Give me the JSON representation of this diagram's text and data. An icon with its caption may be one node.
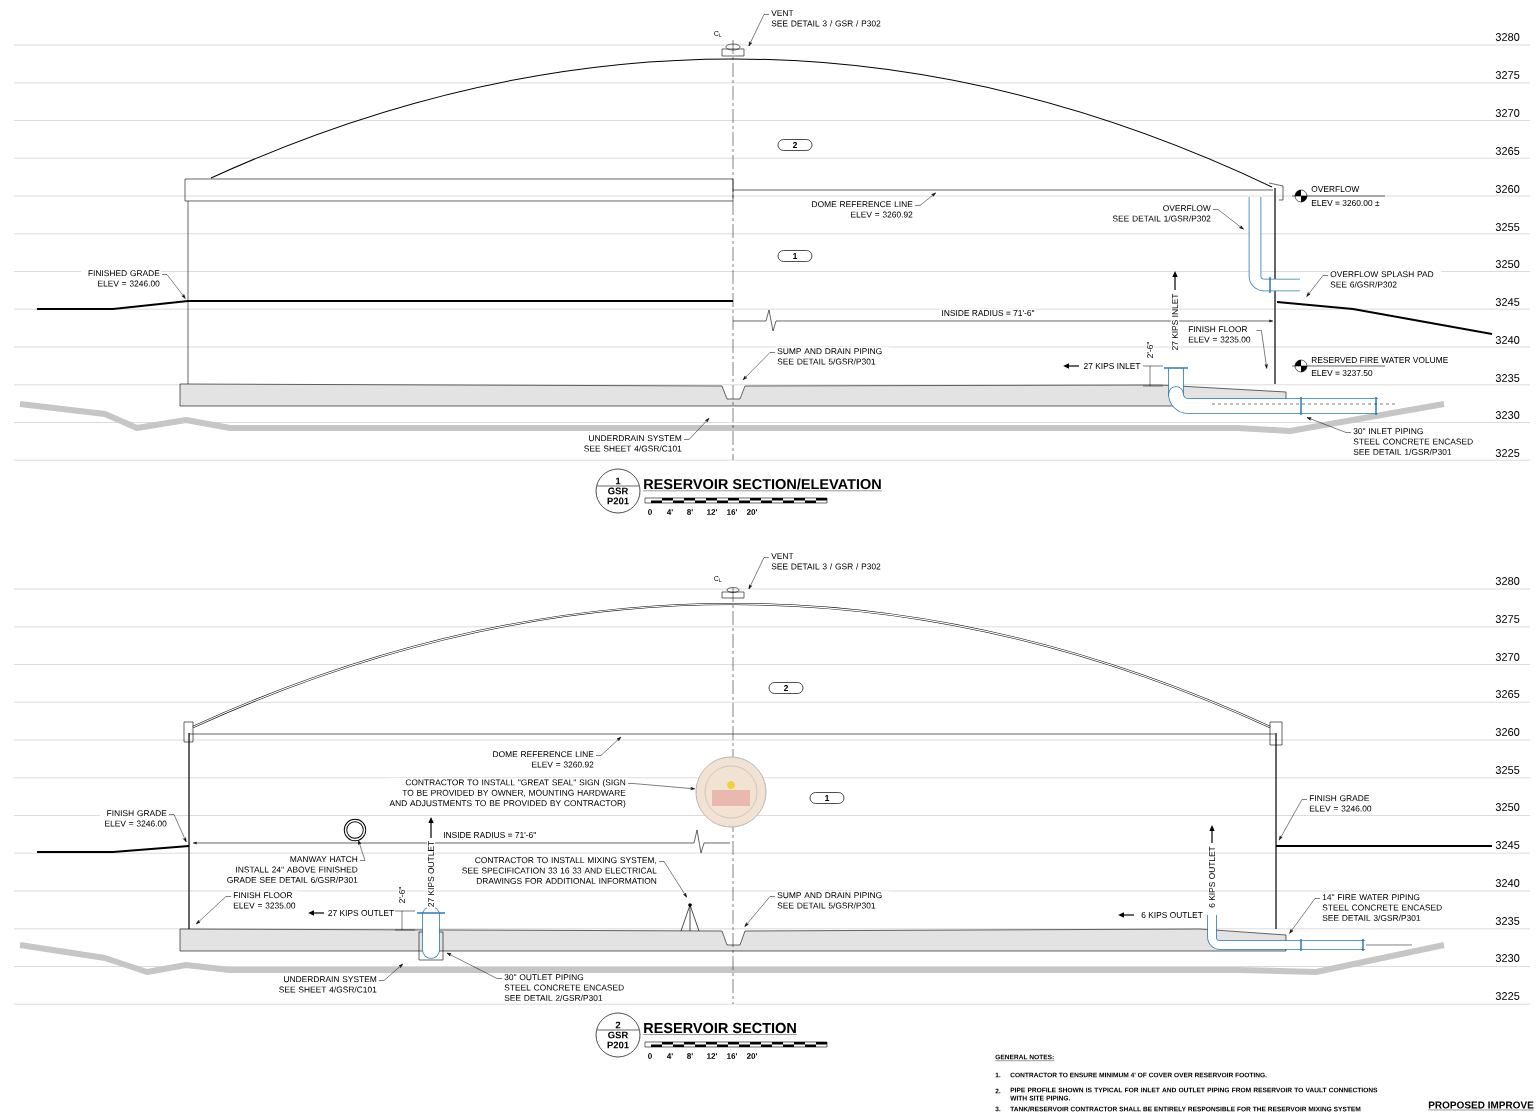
{
  "diagram": {
    "nodes": [
      {
        "text": [
          "VENT",
          "SEE DETAIL 3 / GSR / P302"
        ]
      },
      {
        "text": [
          "2"
        ]
      },
      {
        "text": [
          "DOME REFERENCE LINE",
          "ELEV = 3260.92"
        ]
      },
      {
        "text": [
          "OVERFLOW",
          "SEE DETAIL 1/GSR/P302"
        ]
      },
      {
        "text": [
          "1"
        ]
      },
      {
        "text": [
          "FINISHED GRADE",
          "ELEV = 3246.00"
        ]
      },
      {
        "text": [
          "OVERFLOW SPLASH PAD",
          "SEE 6/GSR/P302"
        ]
      },
      {
        "text": [
          "FINISH FLOOR",
          "ELEV = 3235.00"
        ]
      },
      {
        "text": [
          "SUMP AND DRAIN PIPING",
          "SEE DETAIL 5/GSR/P301"
        ]
      },
      {
        "text": [
          "UNDERDRAIN SYSTEM",
          "SEE SHEET 4/GSR/C101"
        ]
      },
      {
        "text": [
          "30\" INLET PIPING",
          "STEEL CONCRETE ENCASED SEE DETAIL 1/GSR/P301"
        ]
      },
      {
        "text": [
          "1",
          "GSR",
          "P201"
        ],
        "beside": [
          "RESERVOIR SECTION/ELEVATION"
        ]
      },
      {
        "text": [
          "VENT",
          "SEE DETAIL 3 / GSR / P302"
        ]
      },
      {
        "text": [
          "2"
        ]
      },
      {
        "text": [
          "DOME REFERENCE LINE",
          "ELEV = 3260.92"
        ]
      },
      {
        "text": [
          "CONTRACTOR TO INSTALL \"GREAT SEAL\" SIGN (SIGN TO BE PROVIDED BY OWNER, MOUNTING HARDWARE AND ADJUSTMENTS TO BE PROVIDED BY CONTRACTOR)"
        ]
      },
      {
        "text": [],
        "shape": "picture"
      },
      {
        "text": [
          "1"
        ]
      },
      {
        "text": [
          "FINISH GRADE",
          "ELEV = 3246.00"
        ]
      },
      {
        "text": [
          "FINISH GRADE",
          "ELEV = 3246.00"
        ]
      },
      {
        "text": [
          "MANWAY HATCH",
          "INSTALL 24\" ABOVE FINISHED GRADE SEE DETAIL 6/GSR/P301"
        ]
      },
      {
        "text": [],
        "shape": "circle"
      },
      {
        "text": [
          "CONTRACTOR TO INSTALL MIXING SYSTEM, SEE SPECIFICATION 33 16 33 AND ELECTRICAL DRAWINGS FOR ADDITIONAL INFORMATION"
        ]
      },
      {
        "text": [
          "FINISH FLOOR",
          "ELEV = 3235.00"
        ]
      },
      {
        "text": [
          "SUMP AND DRAIN PIPING",
          "SEE DETAIL 5/GSR/P301"
        ]
      },
      {
        "text": [
          "14\" FIRE WATER PIPING",
          "STEEL CONCRETE ENCASED SEE DETAIL 3/GSR/P301"
        ]
      },
      {
        "text": [
          "UNDERDRAIN SYSTEM",
          "SEE SHEET 4/GSR/C101"
        ]
      },
      {
        "text": [
          "30\" OUTLET PIPING",
          "STEEL CONCRETE ENCASED SEE DETAIL 2/GSR/P301"
        ]
      },
      {
        "text": [
          "2",
          "GSR",
          "P201"
        ],
        "beside": [
          "RESERVOIR SECTION"
        ]
      },
      {
        "text": [],
        "shape": "picture"
      }
    ],
    "edges": [
      {
        "from": 0,
        "to": null,
        "arrow": "to"
      },
      {
        "from": 2,
        "to": null,
        "arrow": "to"
      },
      {
        "from": 3,
        "to": null,
        "arrow": "to"
      },
      {
        "from": 5,
        "to": null,
        "arrow": "to"
      },
      {
        "from": 6,
        "to": null,
        "arrow": "to"
      },
      {
        "from": 7,
        "to": null,
        "arrow": "to"
      },
      {
        "from": 8,
        "to": null,
        "arrow": "to"
      },
      {
        "from": 9,
        "to": null,
        "arrow": "to"
      },
      {
        "from": 10,
        "to": 29,
        "arrow": "to"
      },
      {
        "from": 12,
        "to": null,
        "arrow": "to"
      },
      {
        "from": 14,
        "to": null,
        "arrow": "to"
      },
      {
        "from": 15,
        "to": 16,
        "arrow": "to"
      },
      {
        "from": 18,
        "to": null,
        "arrow": "to"
      },
      {
        "from": 19,
        "to": null,
        "arrow": "to"
      },
      {
        "from": 20,
        "to": 21,
        "arrow": "to"
      },
      {
        "from": 22,
        "to": null,
        "arrow": "to"
      },
      {
        "from": 23,
        "to": null,
        "arrow": "to"
      },
      {
        "from": 24,
        "to": null,
        "arrow": "to"
      },
      {
        "from": 25,
        "to": null,
        "arrow": "to"
      },
      {
        "from": 26,
        "to": null,
        "arrow": "to"
      },
      {
        "from": 27,
        "to": null,
        "arrow": "to"
      }
    ],
    "labels": [
      "C$_{L}$",
      "3280",
      "3275",
      "3270",
      "3265",
      "OVERFLOW",
      "ELEV = 3260.00 ±",
      "3260",
      "3255",
      "3250",
      "27 KIPS INLET",
      "3245",
      "INSIDE RADIUS = 71'-6\"",
      "3240",
      "2'-6\"",
      "27 KIPS INLET",
      "RESERVED FIRE WATER VOLUME",
      "ELEV = 3237.50",
      "3235",
      "3230",
      "3225",
      "0",
      "4'",
      "8'",
      "12'",
      "16'",
      "20'",
      "C$_{L}$",
      "3280",
      "3275",
      "3270",
      "3265",
      "3260",
      "3255",
      "3250",
      "INSIDE RADIUS = 71'-6\"",
      "3245",
      "27 KIPS OUTLET",
      "6 KIPS OUTLET",
      "3240",
      "2'-6\"",
      "27 KIPS OUTLET",
      "6 KIPS OUTLET",
      "3235",
      "3230",
      "3225",
      "0",
      "4'",
      "8'",
      "12'",
      "16'",
      "20'",
      "GENERAL NOTES:",
      "1.",
      "CONTRACTOR TO ENSURE MINIMUM 4' OF COVER OVER RESERVOIR FOOTING.",
      "2.",
      "PIPE PROFILE SHOWN IS TYPICAL FOR INLET AND OUTLET PIPING FROM RESERVOIR TO VAULT CONNECTIONS WITH SITE PIPING.",
      "3.",
      "TANK/RESERVOIR CONTRACTOR SHALL BE ENTIRELY RESPONSIBLE FOR THE RESERVOIR MIXING SYSTEM",
      "PROPOSED IMPROVE"
    ]
  }
}
